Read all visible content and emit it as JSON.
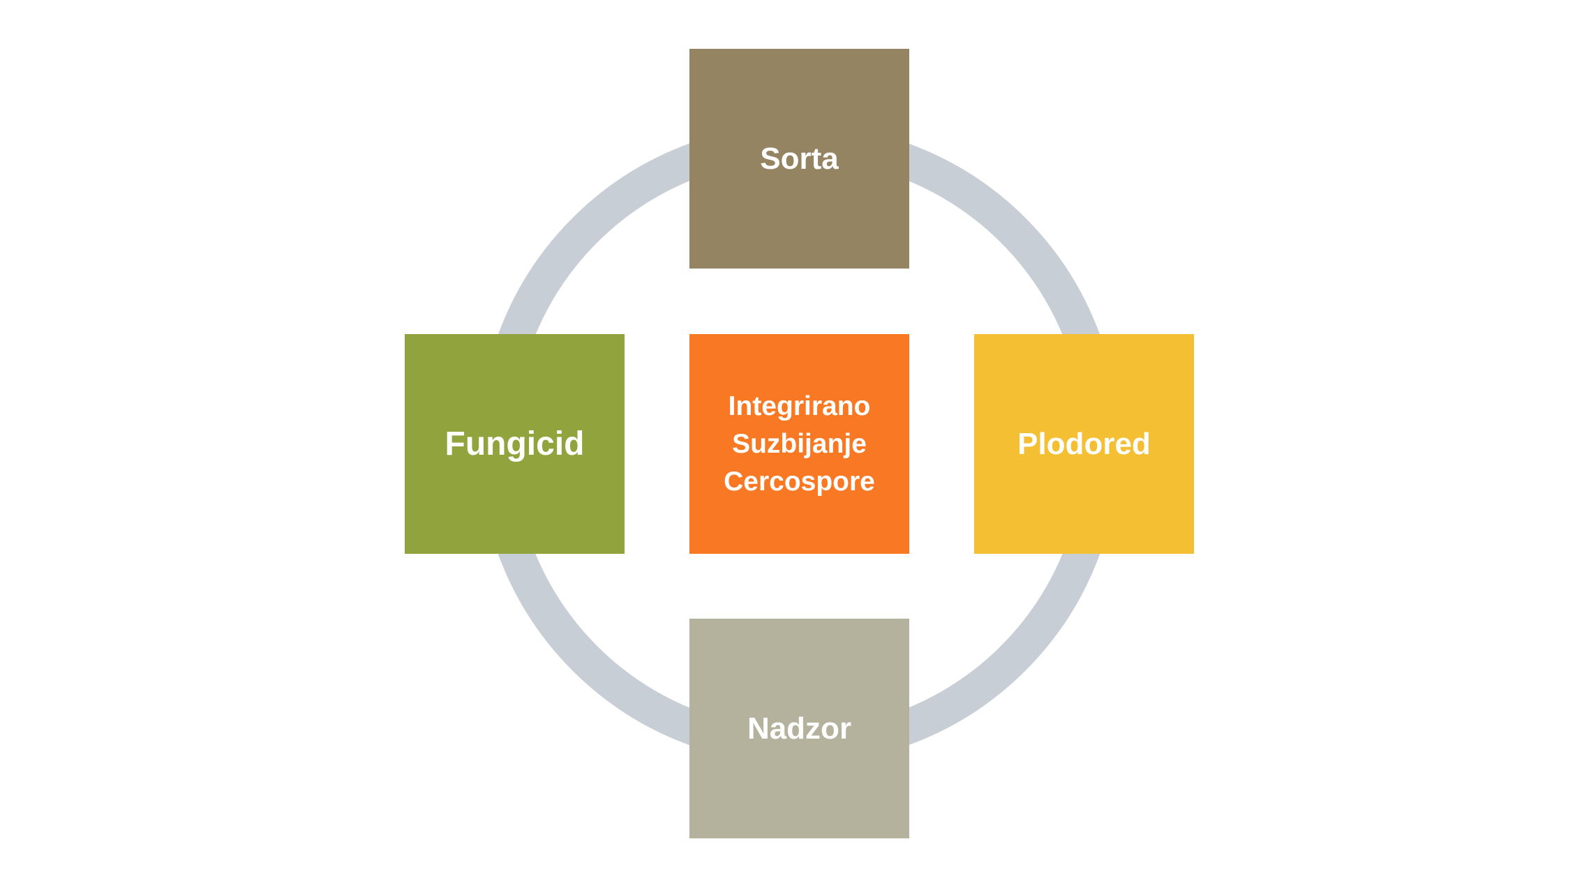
{
  "diagram": {
    "center": {
      "label": "Integrirano\nSuzbijanje\nCercospore",
      "color": "#F97823"
    },
    "top": {
      "label": "Sorta",
      "color": "#948461"
    },
    "left": {
      "label": "Fungicid",
      "color": "#91A33D"
    },
    "right": {
      "label": "Plodored",
      "color": "#F4BF33"
    },
    "bottom": {
      "label": "Nadzor",
      "color": "#B4B29C"
    },
    "ring_color": "#C8CED6"
  }
}
